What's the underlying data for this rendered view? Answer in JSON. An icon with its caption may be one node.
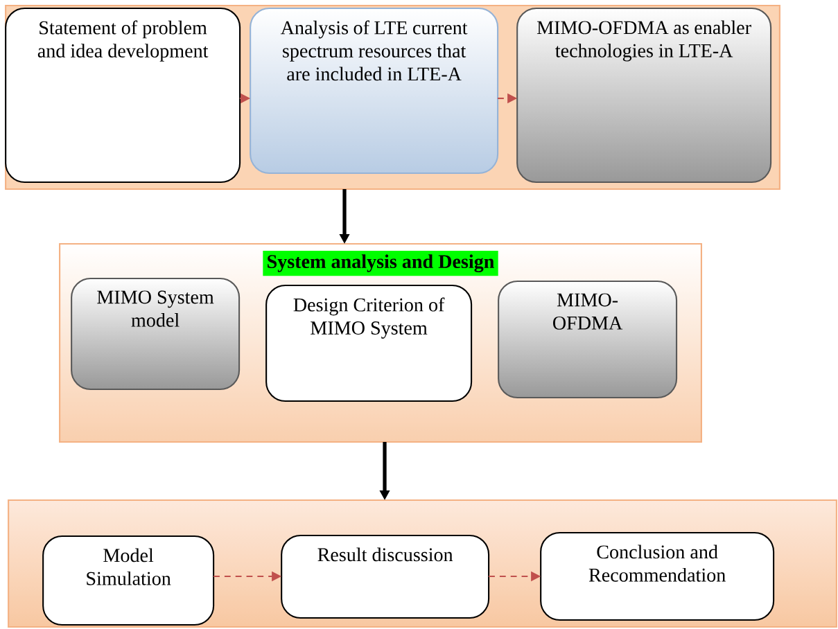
{
  "diagram": {
    "nodes": [
      {
        "text": [],
        "shape": "box"
      },
      {
        "text": [
          "Statement of problem and idea development"
        ],
        "in": 0
      },
      {
        "text": [
          "Analysis of LTE current spectrum resources that are included in LTE-A"
        ],
        "in": 0
      },
      {
        "text": [
          "MIMO-OFDMA as enabler technologies in LTE-A"
        ],
        "in": 0
      },
      {
        "text": [
          "System analysis and Design"
        ]
      },
      {
        "text": [
          "MIMO System model"
        ],
        "in": 4
      },
      {
        "text": [
          "Design Criterion of MIMO System"
        ],
        "in": 4
      },
      {
        "text": [
          "MIMO- OFDMA"
        ],
        "in": 4
      },
      {
        "text": [],
        "shape": "box"
      },
      {
        "text": [
          "Model Simulation"
        ],
        "in": 8
      },
      {
        "text": [
          "Result discussion"
        ],
        "in": 8
      },
      {
        "text": [
          "Conclusion and Recommendation"
        ],
        "in": 8
      }
    ],
    "edges": [
      {
        "from": 1,
        "to": 2,
        "arrow": "to",
        "style": "dashed"
      },
      {
        "from": 2,
        "to": 3,
        "arrow": "to",
        "style": "dashed"
      },
      {
        "from": 0,
        "to": 4,
        "arrow": "to",
        "style": "thick",
        "color": "#000000"
      },
      {
        "from": 4,
        "to": 8,
        "arrow": "to",
        "style": "thick",
        "color": "#000000"
      },
      {
        "from": 9,
        "to": 10,
        "arrow": "to",
        "style": "dashed"
      },
      {
        "from": 10,
        "to": 11,
        "arrow": "to",
        "style": "dashed"
      }
    ]
  }
}
